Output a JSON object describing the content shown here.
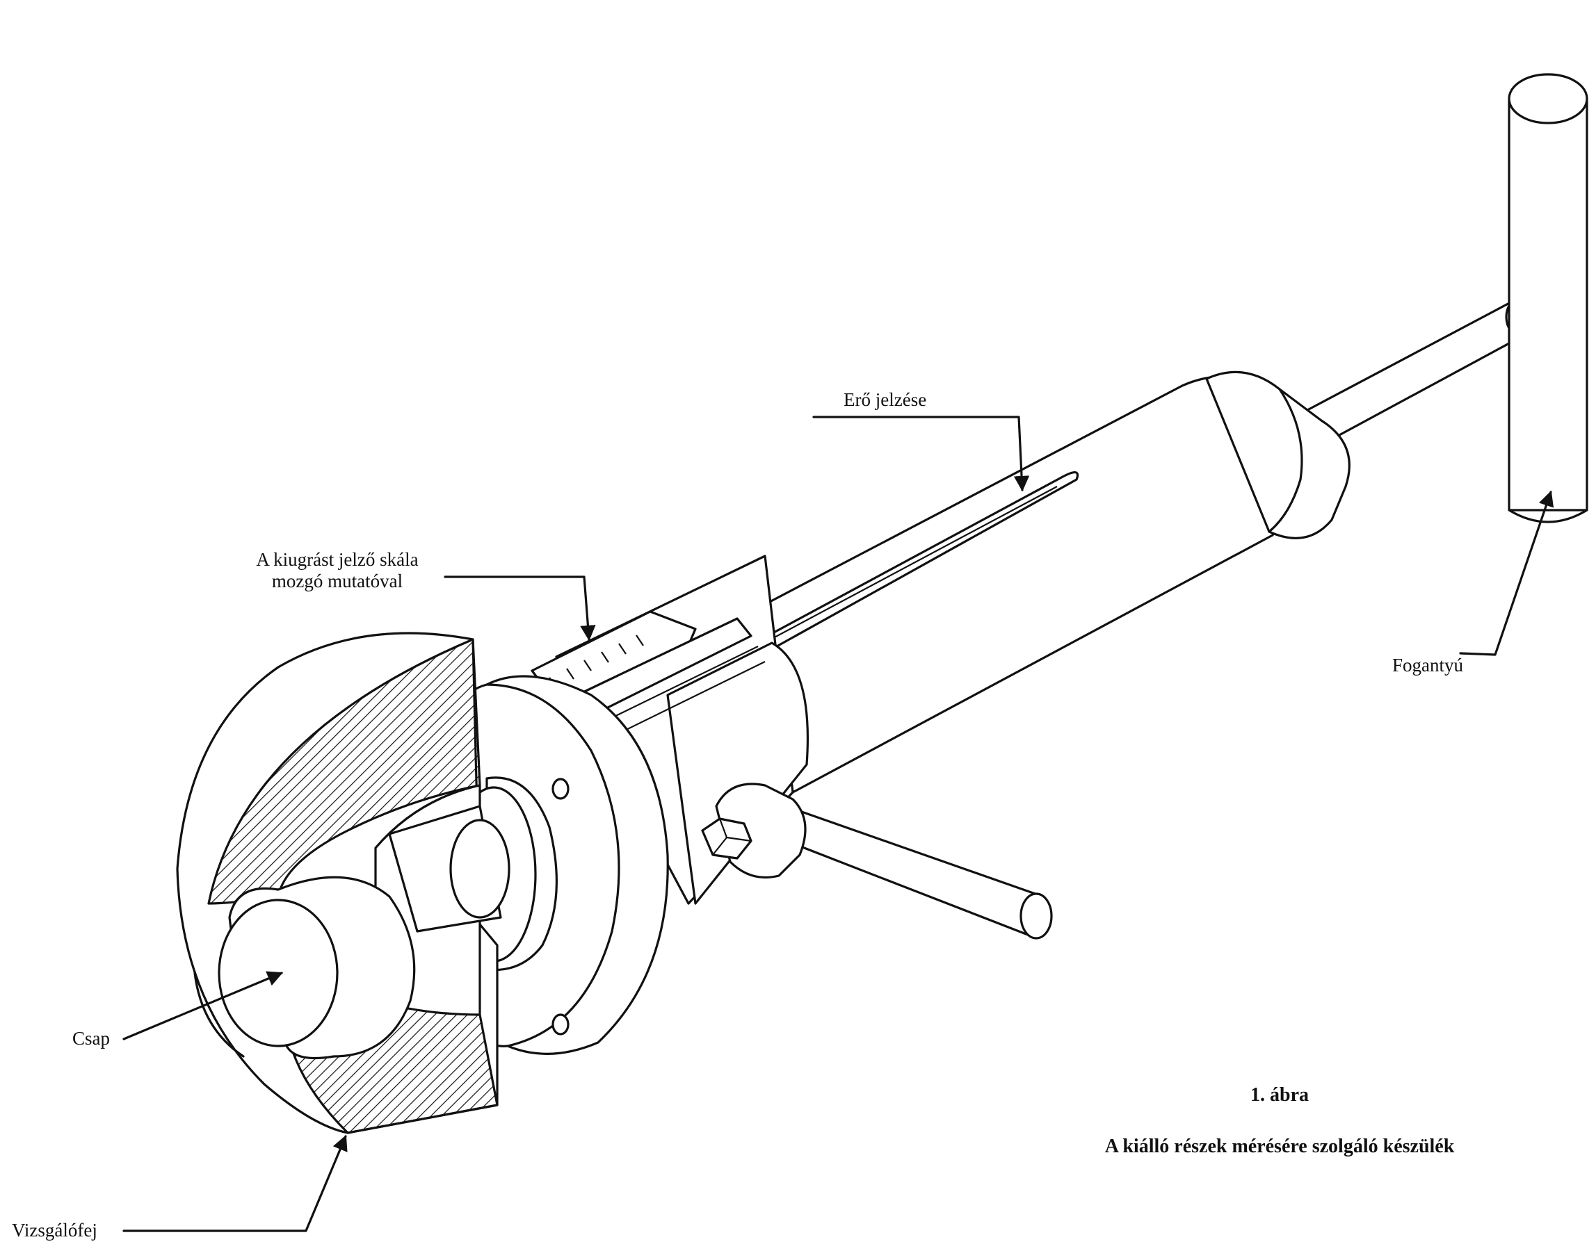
{
  "labels": {
    "force_indicator": "Erő jelzése",
    "scale_line1": "A kiugrást jelző skála",
    "scale_line2": "mozgó mutatóval",
    "handle": "Fogantyú",
    "pin": "Csap",
    "test_head": "Vizsgálófej"
  },
  "caption": {
    "number": "1. ábra",
    "title": "A kiálló részek mérésére szolgáló készülék"
  }
}
